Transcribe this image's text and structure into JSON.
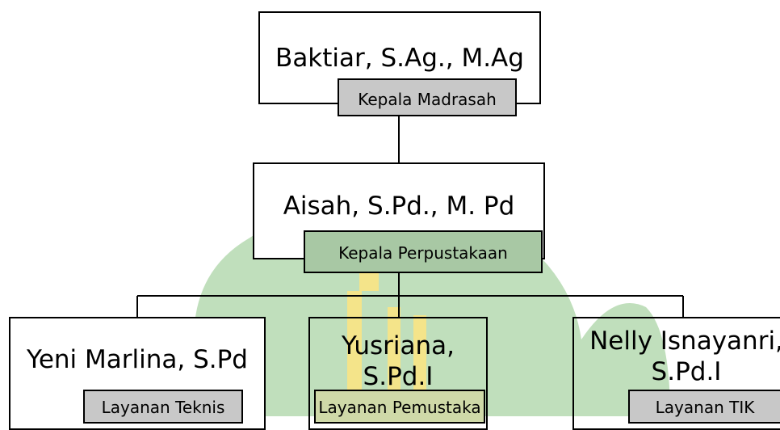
{
  "org_chart": {
    "top": {
      "name": "Baktiar, S.Ag., M.Ag",
      "role": "Kepala Madrasah"
    },
    "second": {
      "name": "Aisah, S.Pd., M. Pd",
      "role": "Kepala Perpustakaan"
    },
    "staff": [
      {
        "name": "Yeni Marlina, S.Pd",
        "role": "Layanan Teknis"
      },
      {
        "name_line1": "Yusriana,",
        "name_line2": "S.Pd.I",
        "role": "Layanan Pemustaka"
      },
      {
        "name_line1": "Nelly Isnayanri,",
        "name_line2": "S.Pd.I",
        "role": "Layanan TIK"
      }
    ]
  },
  "colors": {
    "tag_fill": "#c8c8c8",
    "watermark_green": "#b5d9b0",
    "watermark_yellow": "#f4e48a",
    "line": "#000000"
  }
}
